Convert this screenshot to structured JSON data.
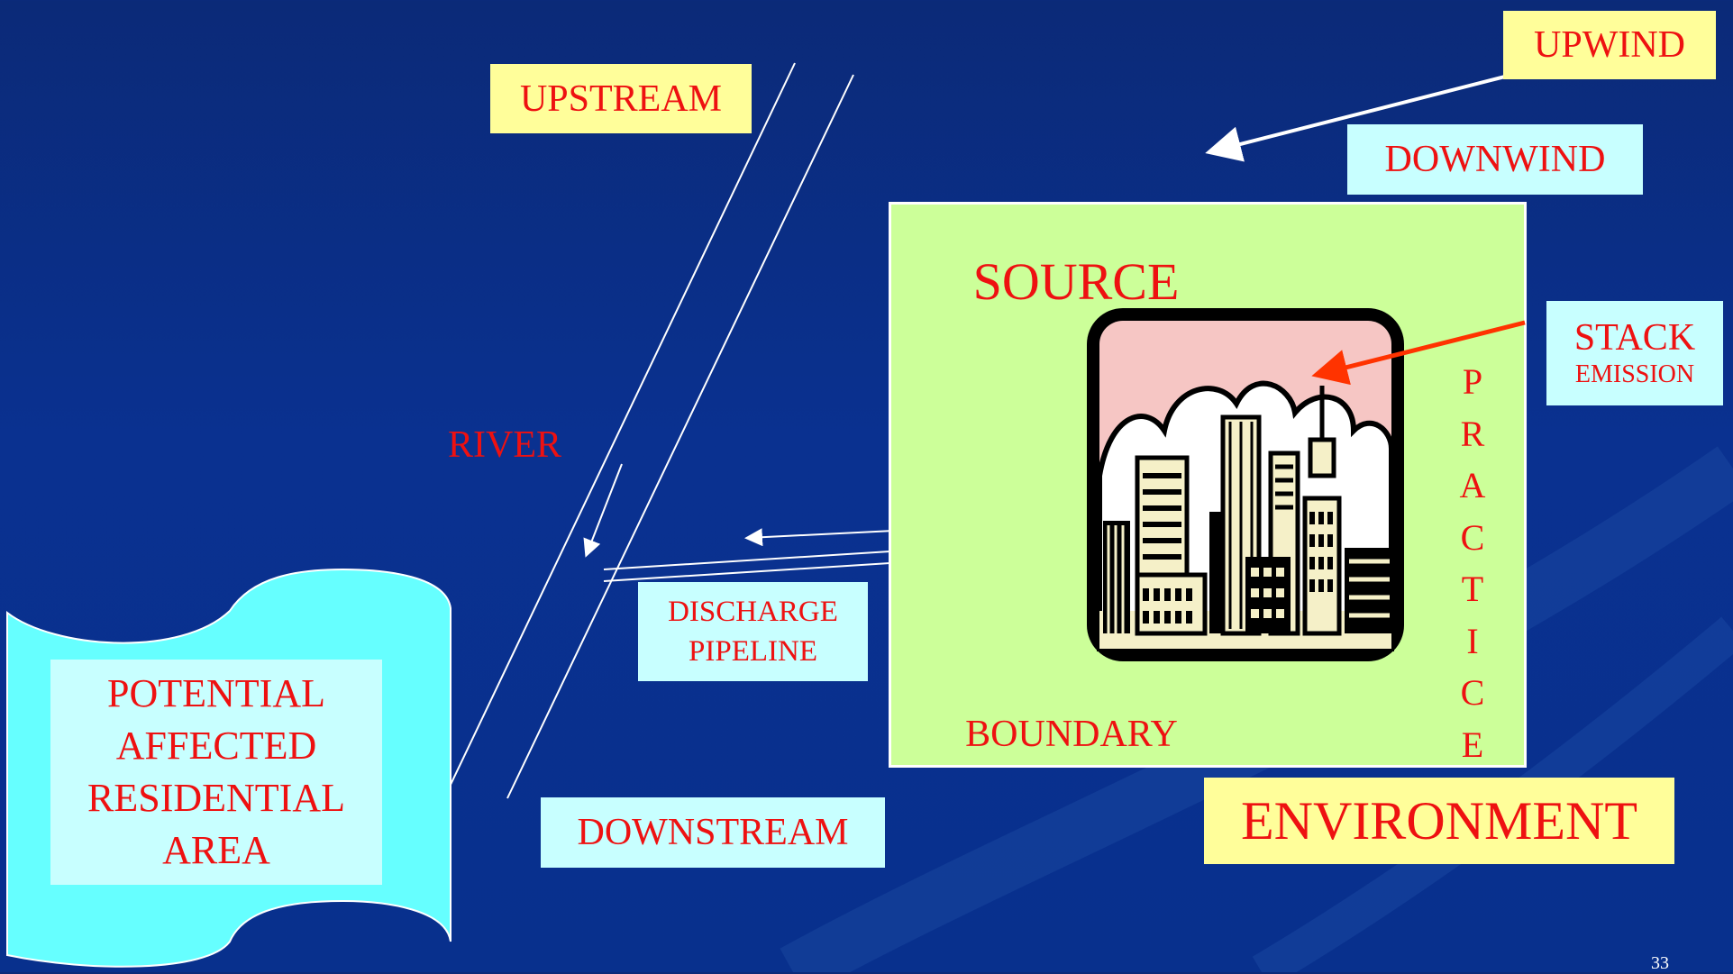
{
  "labels": {
    "upwind": "UPWIND",
    "downwind": "DOWNWIND",
    "upstream": "UPSTREAM",
    "downstream": "DOWNSTREAM",
    "river": "RIVER",
    "source": "SOURCE",
    "boundary": "BOUNDARY",
    "practice": [
      "P",
      "R",
      "A",
      "C",
      "T",
      "I",
      "C",
      "E"
    ],
    "stack_line1": "STACK",
    "stack_line2": "EMISSION",
    "discharge_line1": "DISCHARGE",
    "discharge_line2": "PIPELINE",
    "residential": [
      "POTENTIAL",
      "AFFECTED",
      "RESIDENTIAL",
      "AREA"
    ],
    "environment": "ENVIRONMENT",
    "slide_number": "33"
  },
  "colors": {
    "background": "#0a3190",
    "label_text": "#ee1111",
    "yellow_box": "#fffe9a",
    "cyan_box": "#c8ffff",
    "source_box": "#ccff99",
    "residential_shape": "#66ffff",
    "stack_arrow": "#ff3300"
  },
  "icons": {
    "city": "city-skyline-icon"
  }
}
